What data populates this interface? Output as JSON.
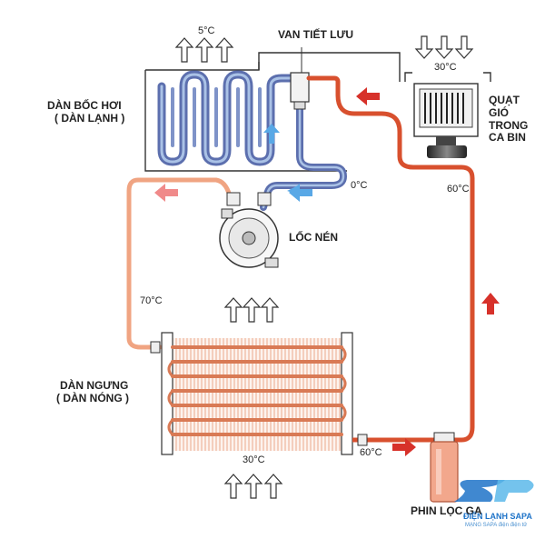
{
  "labels": {
    "evaporator_line1": "DÀN BỐC HƠI",
    "evaporator_line2": "( DÀN LẠNH )",
    "expansion_valve": "VAN TIẾT LƯU",
    "fan_line1": "QUẠT",
    "fan_line2": "GIÓ",
    "fan_line3": "TRONG",
    "fan_line4": "CA BIN",
    "compressor": "LỐC NÉN",
    "condenser_line1": "DÀN NGƯNG",
    "condenser_line2": "( DÀN NÓNG )",
    "filter": "PHIN LỌC GA"
  },
  "temps": {
    "evap_air": "5°C",
    "cabin_air": "30°C",
    "suction": "0°C",
    "liquid_right": "60°C",
    "discharge": "70°C",
    "condenser_air": "30°C",
    "liquid_bottom": "60°C"
  },
  "watermark": {
    "brand": "ĐIỆN LẠNH SAPA",
    "tagline": "MẠNG SAPA điện điện tử"
  },
  "colors": {
    "hot_line": "#d8502e",
    "warm_line": "#f0a482",
    "cold_line": "#5c6fae",
    "cold_light": "#aac2e6",
    "arrow_red": "#d7312a",
    "arrow_pink": "#f08a8a",
    "arrow_blue": "#59a8e6",
    "brand_blue": "#1e73c8"
  }
}
